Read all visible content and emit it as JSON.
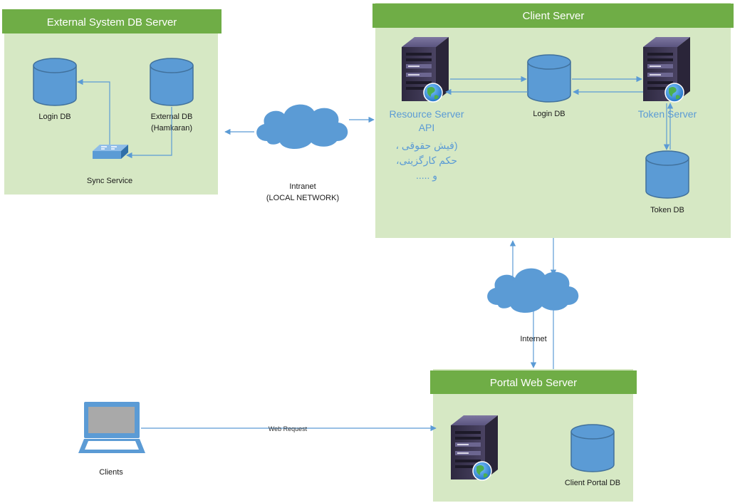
{
  "colors": {
    "panel_fill": "#d6e8c4",
    "header_fill": "#6fad46",
    "connector": "#5b9bd5",
    "db_fill": "#5b9bd5",
    "db_stroke": "#41719c",
    "cloud_fill": "#5b9bd5",
    "server_body": "#3b3551",
    "accent_text": "#5b9bd5"
  },
  "panels": {
    "external": {
      "title": "External System DB Server"
    },
    "client": {
      "title": "Client Server"
    },
    "portal": {
      "title": "Portal Web Server"
    }
  },
  "external": {
    "login_db": "Login DB",
    "external_db_line1": "External DB",
    "external_db_line2": "(Hamkaran)",
    "sync_service": "Sync Service"
  },
  "client": {
    "resource_server_line1": "Resource Server",
    "resource_server_line2": "API",
    "resource_server_note_line1": "(فیش حقوقی ،",
    "resource_server_note_line2": "حکم کارگزینی،",
    "resource_server_note_line3": "و .....",
    "login_db": "Login DB",
    "token_server": "Token Server",
    "token_db": "Token DB"
  },
  "network": {
    "intranet_line1": "Intranet",
    "intranet_line2": "(LOCAL NETWORK)",
    "internet": "Internet",
    "web_request": "Web Request"
  },
  "portal": {
    "client_portal_db": "Client Portal DB"
  },
  "clients": {
    "label": "Clients"
  },
  "icons": {
    "database": "database-icon",
    "server": "server-icon",
    "cloud": "cloud-icon",
    "switch": "network-switch-icon",
    "laptop": "laptop-icon",
    "globe": "globe-icon"
  }
}
